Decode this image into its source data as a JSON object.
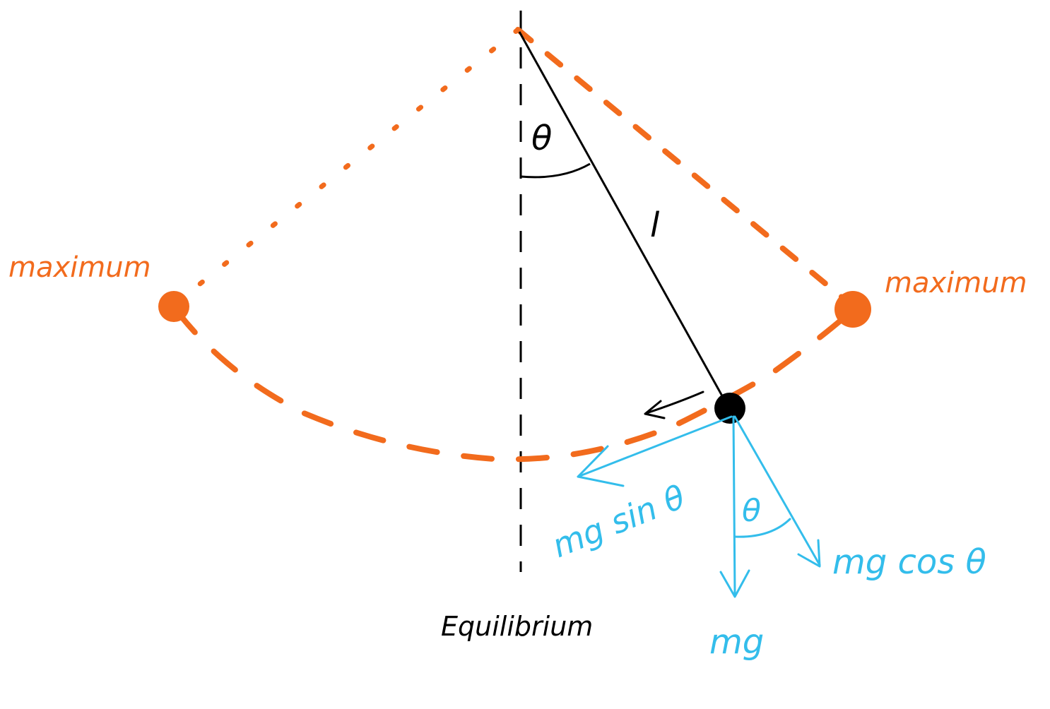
{
  "labels": {
    "maximum_left": "maximum",
    "maximum_right": "maximum",
    "theta_top": "θ",
    "length": "l",
    "equilibrium": "Equilibrium",
    "mg_sin": "mg sin θ",
    "theta_bottom": "θ",
    "mg": "mg",
    "mg_cos": "mg cos θ"
  },
  "colors": {
    "orange": "#F26B1D",
    "black": "#000000",
    "blue": "#33BDEB"
  }
}
